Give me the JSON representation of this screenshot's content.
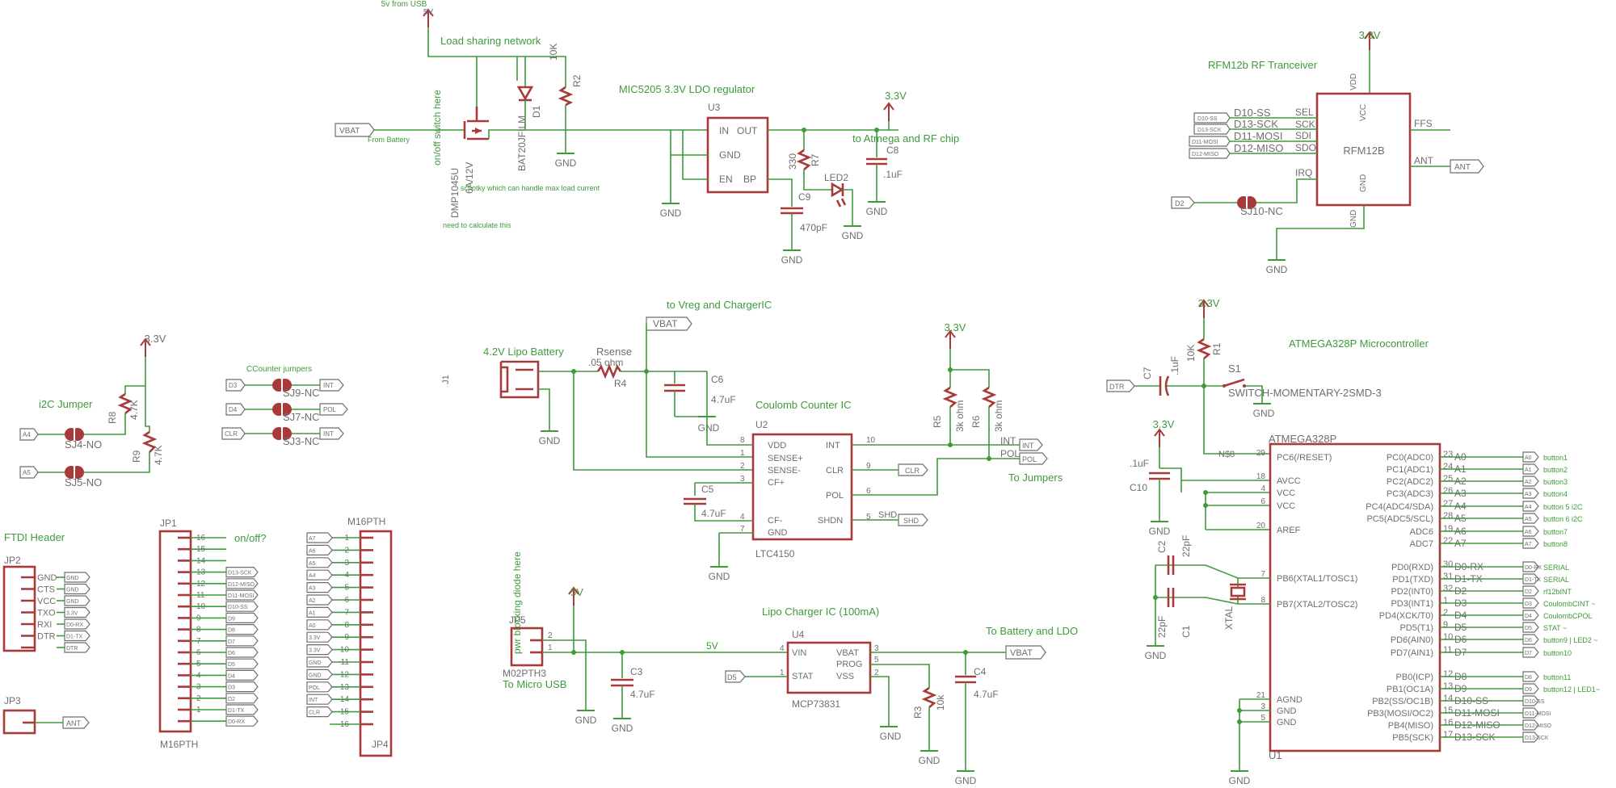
{
  "sections": {
    "load_sharing": "Load sharing network",
    "from_usb": "5v from USB",
    "regulator": "MIC5205 3.3V LDO regulator",
    "to_atmega": "to Atmega and RF chip",
    "rf_title": "RFM12b RF Tranceiver",
    "i2c": "i2C Jumper",
    "cc_jumpers": "CCounter jumpers",
    "to_vreg": "to Vreg and ChargerIC",
    "lipo_batt": "4.2V Lipo Battery",
    "coulomb": "Coulomb Counter IC",
    "to_jumpers": "To Jumpers",
    "mcu_title": "ATMEGA328P Microcontroller",
    "ftdi": "FTDI Header",
    "on_off": "on/off?",
    "pwr_diode": "pwr blocking diode here",
    "charger": "Lipo Charger IC (100mA)",
    "to_batt_ldo": "To Battery and LDO",
    "to_micro_usb": "To Micro USB"
  },
  "notes": {
    "on_off_switch": "on/off switch here",
    "from_battery": "From Battery",
    "schottky": "schotky which can handle max load current",
    "need_calc": "need to calculate this"
  },
  "parts": {
    "dmp": "DMP1045U",
    "dmp_rating": "6A/12V",
    "d1": "BAT20JFILM",
    "d1_ref": "D1",
    "r2_val": "10K",
    "r2": "R2",
    "u3": "U3",
    "u3_in": "IN",
    "u3_out": "OUT",
    "u3_gnd": "GND",
    "u3_en": "EN",
    "u3_bp": "BP",
    "r7": "R7",
    "r7_val": "330",
    "led2": "LED2",
    "c8": "C8",
    "c8_val": ".1uF",
    "c9": "C9",
    "c9_val": "470pF",
    "rfm_chip": "RFM12B",
    "rfm_vdd": "VDD",
    "rfm_vcc": "VCC",
    "rfm_gnd": "GND",
    "rfm_gnd2": "GND",
    "rfm_sel": "SEL",
    "rfm_sck": "SCK",
    "rfm_sdi": "SDI",
    "rfm_sdo": "SDO",
    "rfm_irq": "IRQ",
    "rfm_ffs": "FFS",
    "rfm_ant": "ANT",
    "rfm_d10": "D10-SS",
    "rfm_d13": "D13-SCK",
    "rfm_d11": "D11-MOSI",
    "rfm_d12": "D12-MISO",
    "sj10": "SJ10-NC",
    "r8": "R8",
    "r8_val": "4.7K",
    "r9": "R9",
    "r9_val": "4.7K",
    "sj4": "SJ4-NO",
    "sj5": "SJ5-NO",
    "sj9": "SJ9-NC",
    "sj7": "SJ7-NC",
    "sj3": "SJ3-NC",
    "j1": "J1",
    "rsense": "Rsense",
    "rsense_val": ".05 ohm",
    "r4": "R4",
    "c6": "C6",
    "c6_val": "4.7uF",
    "u2": "U2",
    "u2_part": "LTC4150",
    "u2_vdd": "VDD",
    "u2_sensep": "SENSE+",
    "u2_sensem": "SENSE-",
    "u2_cfp": "CF+",
    "u2_cfm": "CF-",
    "u2_gnd": "GND",
    "u2_int": "INT",
    "u2_clr": "CLR",
    "u2_pol": "POL",
    "u2_shdn": "SHDN",
    "c5": "C5",
    "c5_val": "4.7uF",
    "r5": "R5",
    "r5_val": "3k ohm",
    "r6": "R6",
    "r6_val": "3k ohm",
    "shd": "SHD",
    "int_net": "INT",
    "pol_net": "POL",
    "r1": "R1",
    "r1_val": "10K",
    "c7": "C7",
    "c7_val": ".1uF",
    "s1": "S1",
    "s1_part": "SWITCH-MOMENTARY-2SMD-3",
    "c10": "C10",
    "c10_val": ".1uF",
    "n8": "N$8",
    "mcu_part": "ATMEGA328P",
    "u1": "U1",
    "c2": "C2",
    "c2_val": "22pF",
    "c1": "C1",
    "c1_val": "22pF",
    "xtal": "XTAL",
    "jp2": "JP2",
    "jp1": "JP1",
    "jp1_part": "M16PTH",
    "jp4": "JP4",
    "jp4_part": "M16PTH",
    "jp3": "JP3",
    "ant": "ANT",
    "jp5": "JP5",
    "jp5_part": "M02PTH3",
    "c3": "C3",
    "c3_val": "4.7uF",
    "u4": "U4",
    "u4_part": "MCP73831",
    "u4_vin": "VIN",
    "u4_vbat": "VBAT",
    "u4_stat": "STAT",
    "u4_prog": "PROG",
    "u4_vss": "VSS",
    "r3": "R3",
    "r3_val": "10k",
    "c4": "C4",
    "c4_val": "4.7uF",
    "net_5v": "5V"
  },
  "mcu": {
    "left": [
      {
        "num": "29",
        "name": "PC6(/RESET)"
      },
      {
        "num": "18",
        "name": "AVCC"
      },
      {
        "num": "4",
        "name": "VCC"
      },
      {
        "num": "6",
        "name": "VCC"
      },
      {
        "num": "20",
        "name": "AREF"
      },
      {
        "num": "7",
        "name": "PB6(XTAL1/TOSC1)"
      },
      {
        "num": "8",
        "name": "PB7(XTAL2/TOSC2)"
      },
      {
        "num": "21",
        "name": "AGND"
      },
      {
        "num": "3",
        "name": "GND"
      },
      {
        "num": "5",
        "name": "GND"
      }
    ],
    "right": [
      {
        "name": "PC0(ADC0)",
        "num": "23",
        "net": "A0",
        "tag": "A0",
        "note": "button1"
      },
      {
        "name": "PC1(ADC1)",
        "num": "24",
        "net": "A1",
        "tag": "A1",
        "note": "button2"
      },
      {
        "name": "PC2(ADC2)",
        "num": "25",
        "net": "A2",
        "tag": "A2",
        "note": "button3"
      },
      {
        "name": "PC3(ADC3)",
        "num": "26",
        "net": "A3",
        "tag": "A3",
        "note": "button4"
      },
      {
        "name": "PC4(ADC4/SDA)",
        "num": "27",
        "net": "A4",
        "tag": "A4",
        "note": "button 5 i2C"
      },
      {
        "name": "PC5(ADC5/SCL)",
        "num": "28",
        "net": "A5",
        "tag": "A5",
        "note": "button 6 i2C"
      },
      {
        "name": "ADC6",
        "num": "19",
        "net": "A6",
        "tag": "A6",
        "note": "button7"
      },
      {
        "name": "ADC7",
        "num": "22",
        "net": "A7",
        "tag": "A7",
        "note": "button8"
      },
      {
        "name": "PD0(RXD)",
        "num": "30",
        "net": "D0-RX",
        "tag": "D0-RX",
        "note": "SERIAL"
      },
      {
        "name": "PD1(TXD)",
        "num": "31",
        "net": "D1-TX",
        "tag": "D1-TX",
        "note": "SERIAL"
      },
      {
        "name": "PD2(INT0)",
        "num": "32",
        "net": "D2",
        "tag": "D2",
        "note": "rf12bINT"
      },
      {
        "name": "PD3(INT1)",
        "num": "1",
        "net": "D3",
        "tag": "D3",
        "note": "CoulombCINT ~"
      },
      {
        "name": "PD4(XCK/T0)",
        "num": "2",
        "net": "D4",
        "tag": "D4",
        "note": "CoulombCPOL"
      },
      {
        "name": "PD5(T1)",
        "num": "9",
        "net": "D5",
        "tag": "D5",
        "note": "STAT ~"
      },
      {
        "name": "PD6(AIN0)",
        "num": "10",
        "net": "D6",
        "tag": "D6",
        "note": "button9 | LED2 ~"
      },
      {
        "name": "PD7(AIN1)",
        "num": "11",
        "net": "D7",
        "tag": "D7",
        "note": "button10"
      },
      {
        "name": "PB0(ICP)",
        "num": "12",
        "net": "D8",
        "tag": "D8",
        "note": "button11"
      },
      {
        "name": "PB1(OC1A)",
        "num": "13",
        "net": "D9",
        "tag": "D9",
        "note": "button12 | LED1~"
      },
      {
        "name": "PB2(SS/OC1B)",
        "num": "14",
        "net": "D10-SS",
        "tag": "D10-SS",
        "note": ""
      },
      {
        "name": "PB3(MOSI/OC2)",
        "num": "15",
        "net": "D11-MOSI",
        "tag": "D11-MOSI",
        "note": ""
      },
      {
        "name": "PB4(MISO)",
        "num": "16",
        "net": "D12-MISO",
        "tag": "D12-MISO",
        "note": ""
      },
      {
        "name": "PB5(SCK)",
        "num": "17",
        "net": "D13-SCK",
        "tag": "D13-SCK",
        "note": ""
      }
    ]
  },
  "ftdi": [
    {
      "pin": "GND",
      "tag": "GND"
    },
    {
      "pin": "CTS",
      "tag": "GND"
    },
    {
      "pin": "VCC",
      "tag": "GND"
    },
    {
      "pin": "TXO",
      "tag": "3.3V"
    },
    {
      "pin": "RXI",
      "tag": "D0-RX"
    },
    {
      "pin": "DTR",
      "tag": "D1-TX"
    },
    {
      "pin": "",
      "tag": "DTR"
    }
  ],
  "jp1": [
    {
      "num": "16",
      "tag": ""
    },
    {
      "num": "15",
      "tag": ""
    },
    {
      "num": "14",
      "tag": ""
    },
    {
      "num": "13",
      "tag": "D13-SCK"
    },
    {
      "num": "12",
      "tag": "D12-MISO"
    },
    {
      "num": "11",
      "tag": "D11-MOSI"
    },
    {
      "num": "10",
      "tag": "D10-SS"
    },
    {
      "num": "9",
      "tag": "D9"
    },
    {
      "num": "8",
      "tag": "D8"
    },
    {
      "num": "7",
      "tag": "D7"
    },
    {
      "num": "6",
      "tag": "D6"
    },
    {
      "num": "5",
      "tag": "D5"
    },
    {
      "num": "4",
      "tag": "D4"
    },
    {
      "num": "3",
      "tag": "D3"
    },
    {
      "num": "2",
      "tag": "D2"
    },
    {
      "num": "1",
      "tag": "D1-TX"
    },
    {
      "num": "",
      "tag": "D0-RX"
    }
  ],
  "jp4": [
    {
      "num": "1",
      "tag": "A7"
    },
    {
      "num": "2",
      "tag": "A6"
    },
    {
      "num": "3",
      "tag": "A5"
    },
    {
      "num": "4",
      "tag": "A4"
    },
    {
      "num": "5",
      "tag": "A3"
    },
    {
      "num": "6",
      "tag": "A2"
    },
    {
      "num": "7",
      "tag": "A1"
    },
    {
      "num": "8",
      "tag": "A0"
    },
    {
      "num": "9",
      "tag": "3.3V"
    },
    {
      "num": "10",
      "tag": "3.3V"
    },
    {
      "num": "11",
      "tag": "GND"
    },
    {
      "num": "12",
      "tag": "GND"
    },
    {
      "num": "13",
      "tag": "POL"
    },
    {
      "num": "14",
      "tag": "INT"
    },
    {
      "num": "15",
      "tag": "CLR"
    },
    {
      "num": "16",
      "tag": ""
    }
  ],
  "nets": {
    "v33": "3.3V",
    "v5": "5V",
    "gnd": "GND",
    "vbat": "VBAT",
    "ant": "ANT",
    "d2": "D2",
    "dtr": "DTR",
    "a4": "A4",
    "a5": "A5",
    "d3": "D3",
    "d4": "D4",
    "clr": "CLR",
    "int": "INT",
    "pol": "POL",
    "d5": "D5",
    "shd": "SHD"
  }
}
